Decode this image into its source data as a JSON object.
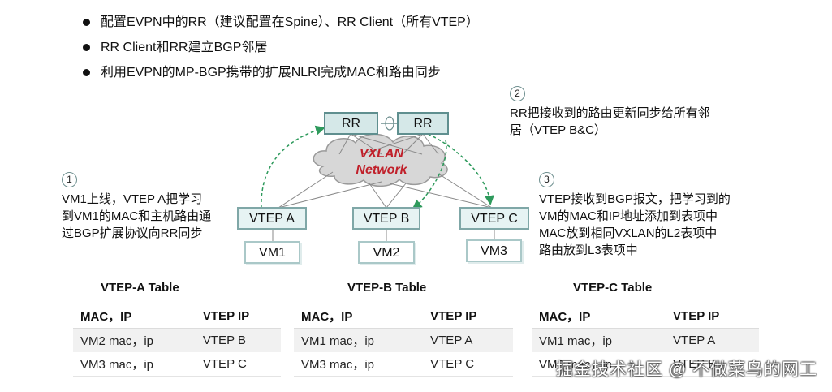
{
  "bullets": [
    "配置EVPN中的RR（建议配置在Spine）、RR Client（所有VTEP）",
    "RR Client和RR建立BGP邻居",
    "利用EVPN的MP-BGP携带的扩展NLRI完成MAC和路由同步"
  ],
  "steps": [
    {
      "num": "1",
      "lines": [
        "VM1上线，VTEP A把学习",
        "到VM1的MAC和主机路由通",
        "过BGP扩展协议向RR同步"
      ]
    },
    {
      "num": "2",
      "lines": [
        "RR把接收到的路由更新同步给所有邻",
        "居（VTEP B&C）"
      ]
    },
    {
      "num": "3",
      "lines": [
        "VTEP接收到BGP报文，把学习到的",
        "VM的MAC和IP地址添加到表项中",
        "MAC放到相同VXLAN的L2表项中",
        "路由放到L3表项中"
      ]
    }
  ],
  "diagram": {
    "rr_left": "RR",
    "rr_right": "RR",
    "cloud": [
      "VXLAN",
      "Network"
    ],
    "vteps": [
      "VTEP A",
      "VTEP B",
      "VTEP C"
    ],
    "vms": [
      "VM1",
      "VM2",
      "VM3"
    ],
    "colors": {
      "cloud_text": "#c0202a",
      "bgp_arrow": "#2e9a5c",
      "node_border": "#5f8f8f"
    }
  },
  "tables": [
    {
      "title": "VTEP-A Table",
      "headers": [
        "MAC，IP",
        "VTEP IP"
      ],
      "rows": [
        [
          "VM2 mac，ip",
          "VTEP B"
        ],
        [
          "VM3 mac，ip",
          "VTEP C"
        ]
      ]
    },
    {
      "title": "VTEP-B Table",
      "headers": [
        "MAC，IP",
        "VTEP IP"
      ],
      "rows": [
        [
          "VM1 mac，ip",
          "VTEP A"
        ],
        [
          "VM3 mac，ip",
          "VTEP C"
        ]
      ]
    },
    {
      "title": "VTEP-C Table",
      "headers": [
        "MAC，IP",
        "VTEP IP"
      ],
      "rows": [
        [
          "VM1 mac，ip",
          "VTEP A"
        ],
        [
          "VM2 mac，ip",
          "VTEP B"
        ]
      ]
    }
  ],
  "watermark": "掘金技术社区 @ 不做菜鸟的网工"
}
